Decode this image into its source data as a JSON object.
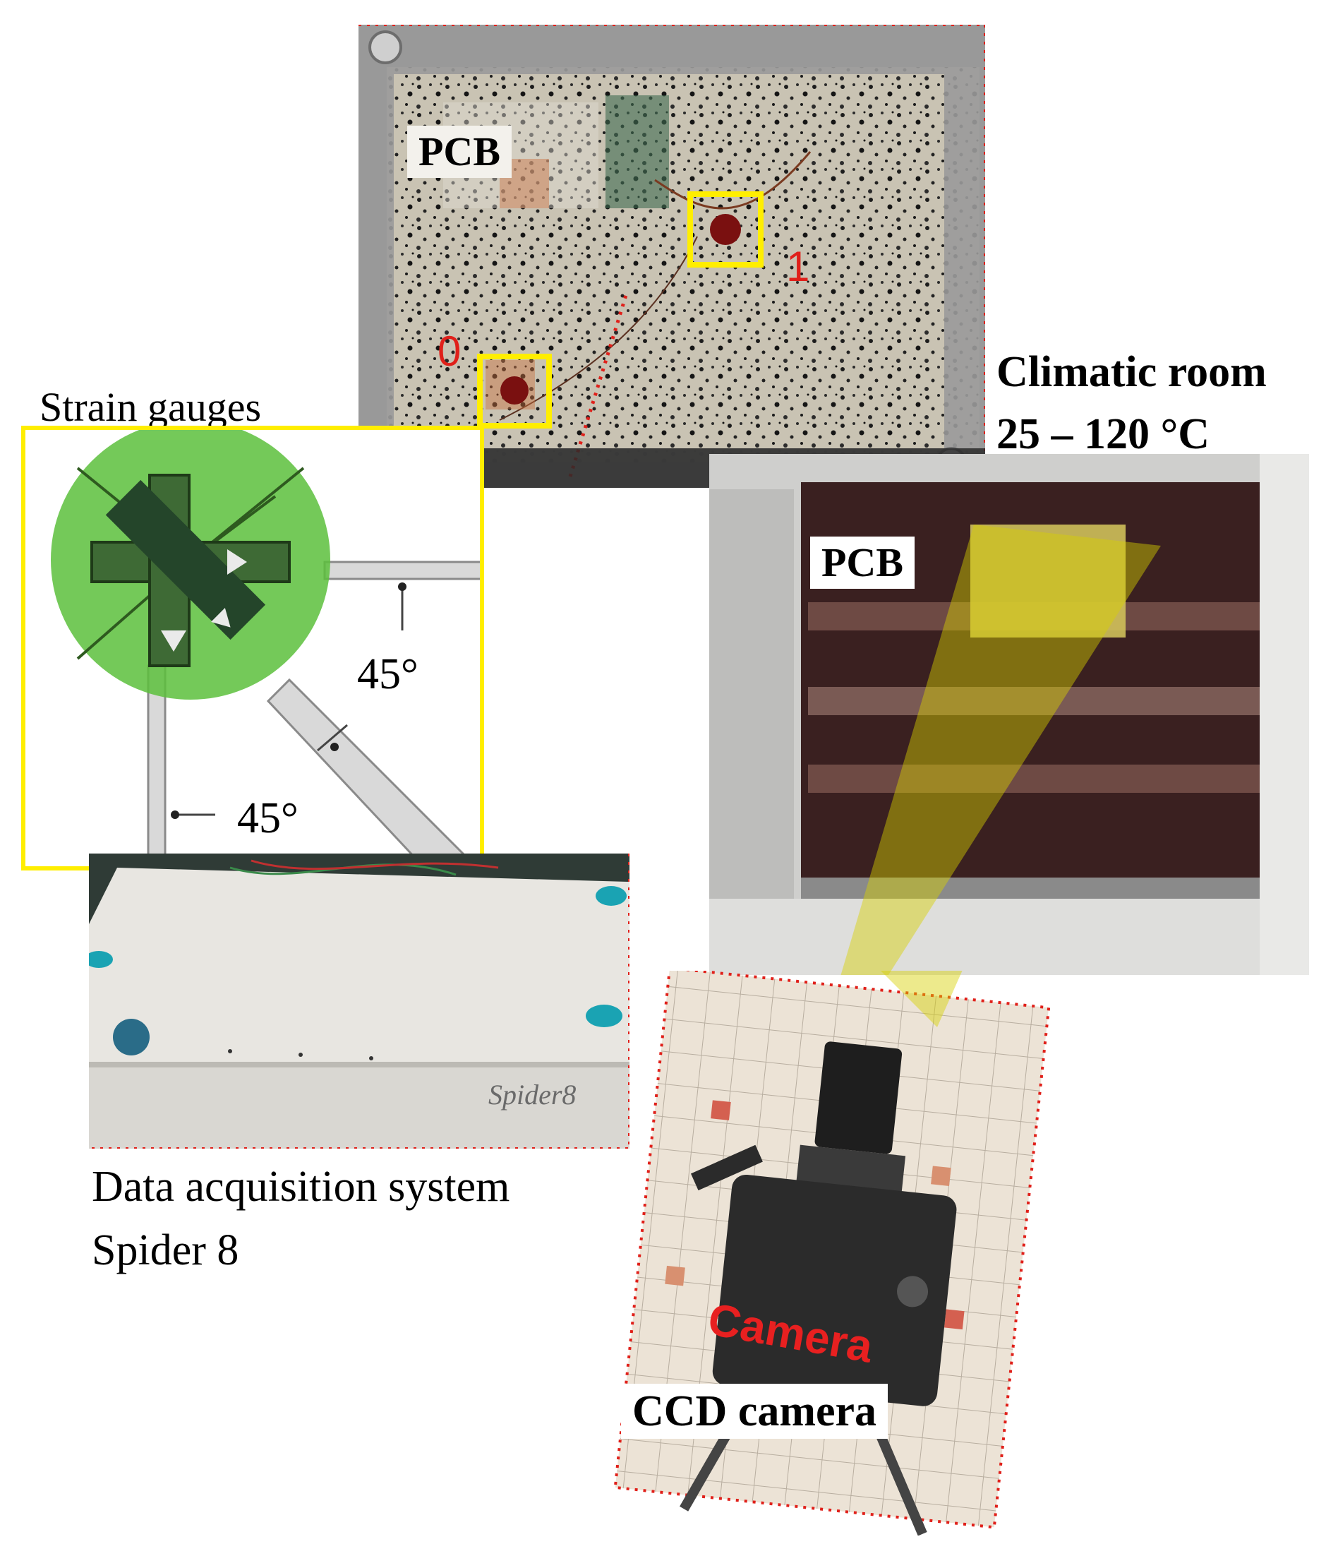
{
  "labels": {
    "pcb_top": "PCB",
    "gauge_1": "1",
    "gauge_0": "0",
    "strain_gauges": "Strain gauges",
    "angle_a": "45°",
    "angle_b": "45°",
    "climatic_line1": "Climatic room",
    "climatic_line2": "25 – 120 °C",
    "pcb_oven": "PCB",
    "daq_line1": "Data acquisition system",
    "daq_line2": "Spider 8",
    "spider_logo": "Spider8",
    "camera_overlay": "Camera",
    "ccd_camera": "CCD camera"
  },
  "colors": {
    "highlight_yellow": "#ffee00",
    "dotted_red": "#e0201a",
    "gauge_green": "#5cbf3c",
    "fov_yellow": "#d8d000"
  }
}
